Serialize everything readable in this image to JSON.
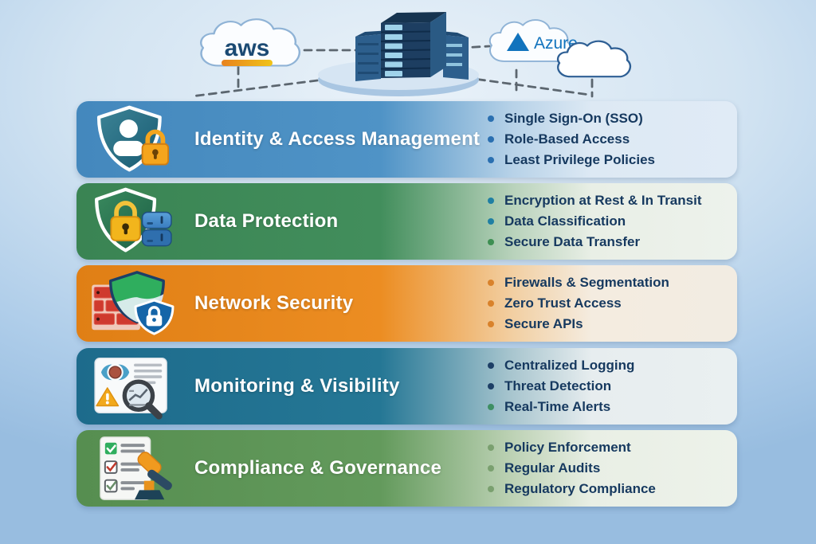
{
  "header": {
    "aws_label": "aws",
    "azure_label": "Azure",
    "center_icon": "server-stack-on-platform",
    "connector_style": "dashed",
    "colors": {
      "background_top": "#eaf2f9",
      "background_bottom": "#98bde0",
      "aws_text": "#1b4a73",
      "aws_underline_left": "#e8821e",
      "aws_underline_right": "#f0c419",
      "azure_blue": "#1173bd",
      "cloud_outline": "#8fb3d6",
      "dashed_line": "#454f58"
    }
  },
  "rows": [
    {
      "title": "Identity & Access Management",
      "icon": "shield-user-lock",
      "band_color": "#4a8ec3",
      "panel_tint": "#e0ebf6",
      "bullets": [
        {
          "text": "Single Sign-On (SSO)",
          "color": "#2a6fb0"
        },
        {
          "text": "Role-Based Access",
          "color": "#2a6fb0"
        },
        {
          "text": "Least Privilege Policies",
          "color": "#2a6fb0"
        }
      ]
    },
    {
      "title": "Data Protection",
      "icon": "shield-lock-database",
      "band_color": "#3e8a57",
      "panel_tint": "#edf2ec",
      "bullets": [
        {
          "text": "Encryption at Rest & In Transit",
          "color": "#1f7fa3"
        },
        {
          "text": "Data Classification",
          "color": "#1f7fa3"
        },
        {
          "text": "Secure Data Transfer",
          "color": "#3d8f52"
        }
      ]
    },
    {
      "title": "Network Security",
      "icon": "firewall-shield-lock",
      "band_color": "#e8861f",
      "panel_tint": "#f2ece2",
      "bullets": [
        {
          "text": "Firewalls & Segmentation",
          "color": "#d9822b"
        },
        {
          "text": "Zero Trust Access",
          "color": "#d9822b"
        },
        {
          "text": "Secure APIs",
          "color": "#d9822b"
        }
      ]
    },
    {
      "title": "Monitoring & Visibility",
      "icon": "report-eye-warning-magnifier",
      "band_color": "#20708f",
      "panel_tint": "#eaf0f1",
      "bullets": [
        {
          "text": "Centralized Logging",
          "color": "#1d3f66"
        },
        {
          "text": "Threat Detection",
          "color": "#1d3f66"
        },
        {
          "text": "Real-Time Alerts",
          "color": "#3e8f63"
        }
      ]
    },
    {
      "title": "Compliance & Governance",
      "icon": "checklist-gavel",
      "band_color": "#5e9457",
      "panel_tint": "#edf2ea",
      "bullets": [
        {
          "text": "Policy Enforcement",
          "color": "#7aa06f"
        },
        {
          "text": "Regular Audits",
          "color": "#7aa06f"
        },
        {
          "text": "Regulatory Compliance",
          "color": "#7aa06f"
        }
      ]
    }
  ]
}
